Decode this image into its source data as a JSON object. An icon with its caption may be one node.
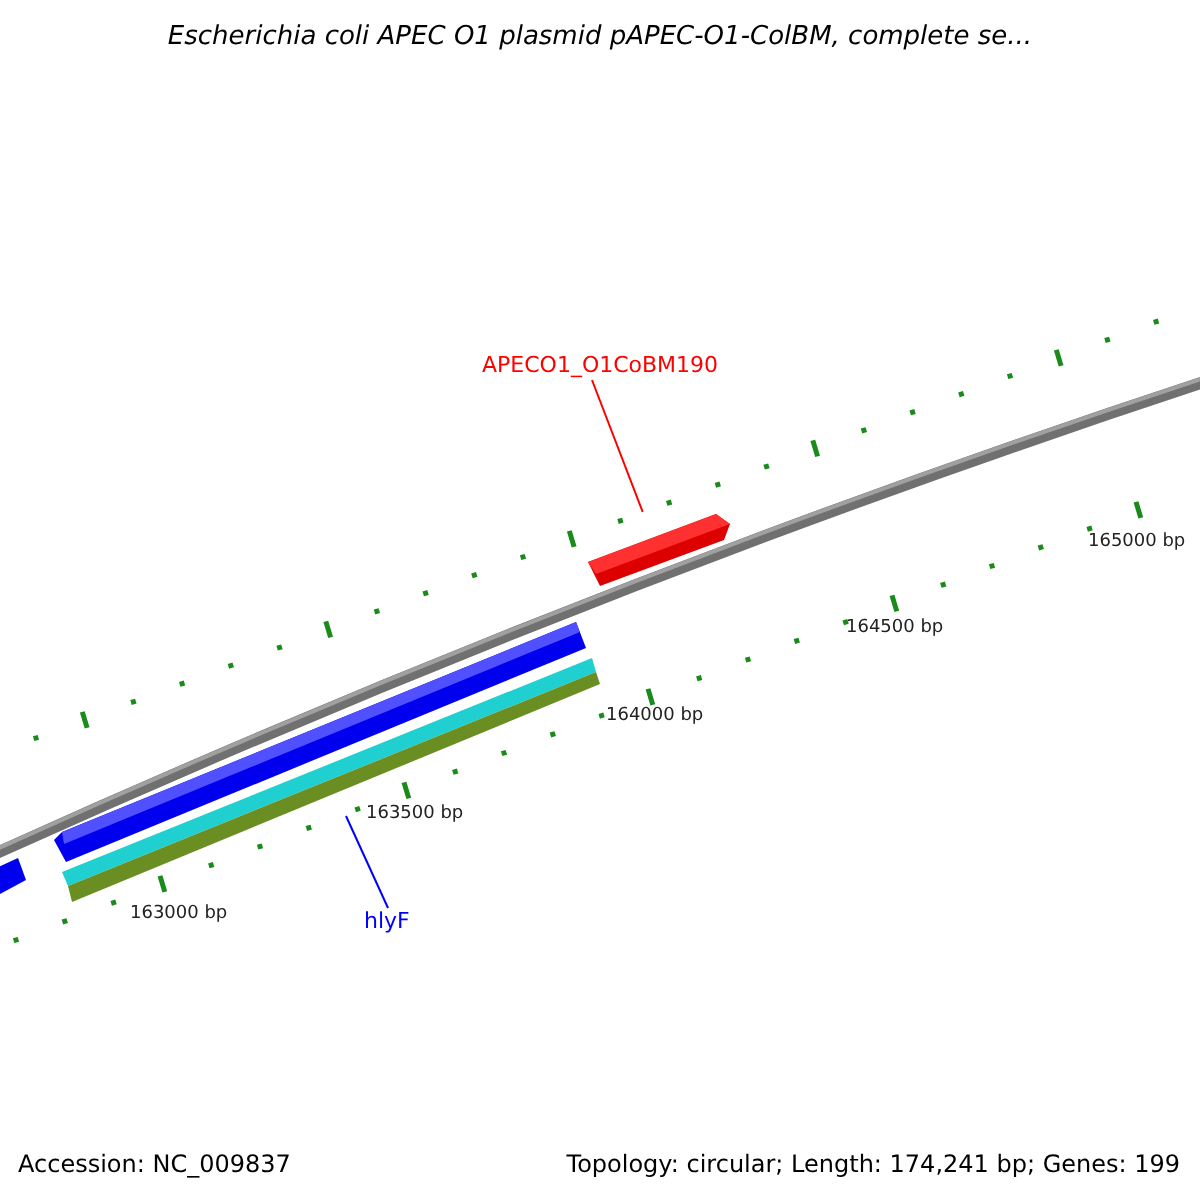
{
  "diagram": {
    "title": "Escherichia coli APEC O1 plasmid pAPEC-O1-ColBM, complete se...",
    "nodes": [
      {
        "text": [
          "APECO1_O1CoBM190"
        ]
      },
      {
        "text": [],
        "shape": "bar"
      },
      {
        "text": [
          "hlyF"
        ]
      }
    ],
    "edges": [
      {
        "from": 0,
        "to": 1,
        "arrow": "none",
        "color": "#ff0000"
      },
      {
        "from": 2,
        "to": null,
        "arrow": "none",
        "color": "#0000ff"
      }
    ],
    "labels": [
      "165000 bp",
      "164500 bp",
      "164000 bp",
      "163500 bp",
      "163000 bp",
      "Accession: NC_009837",
      "Topology: circular; Length: 174,241 bp; Genes: 199"
    ]
  }
}
